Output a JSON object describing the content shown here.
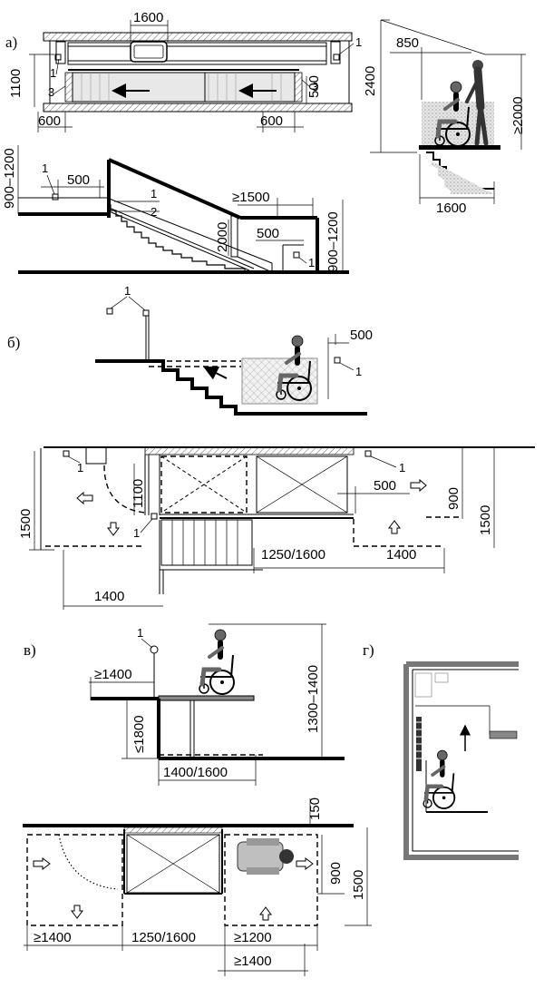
{
  "sections": {
    "a": "а)",
    "b": "б)",
    "v": "в)",
    "g": "г)"
  },
  "callouts": {
    "one": "1",
    "two": "2",
    "three": "3"
  },
  "dims_a_plan": {
    "top": "1600",
    "left_height": "1100",
    "right_height": "500",
    "bottom_left": "600",
    "bottom_right": "600"
  },
  "dims_a_section": {
    "left_height": "900–1200",
    "left_rail": "500",
    "top_platform": "≥1500",
    "right_height": "900–1200",
    "stair_height": "2000",
    "right_rail": "500"
  },
  "dims_a_lift": {
    "top": "850",
    "left_height": "2400",
    "right_height": "≥2000",
    "bottom": "1600"
  },
  "dims_b_section": {
    "rail": "500"
  },
  "dims_b_plan": {
    "left_height": "1500",
    "inner_height": "1100",
    "right_rail": "500",
    "right_height_1": "900",
    "right_height_2": "1500",
    "middle_width": "1250/1600",
    "right_width": "1400",
    "bottom_width": "1400"
  },
  "dims_v_section": {
    "top_width": "≥1400",
    "left_height": "≤1800",
    "right_height": "1300–1400",
    "bottom_width": "1400/1600"
  },
  "dims_v_plan": {
    "top_small": "150",
    "right_height_1": "900",
    "right_height_2": "1500",
    "bottom_left": "≥1400",
    "bottom_middle": "1250/1600",
    "bottom_right_1": "≥1200",
    "bottom_right_2": "≥1400"
  }
}
